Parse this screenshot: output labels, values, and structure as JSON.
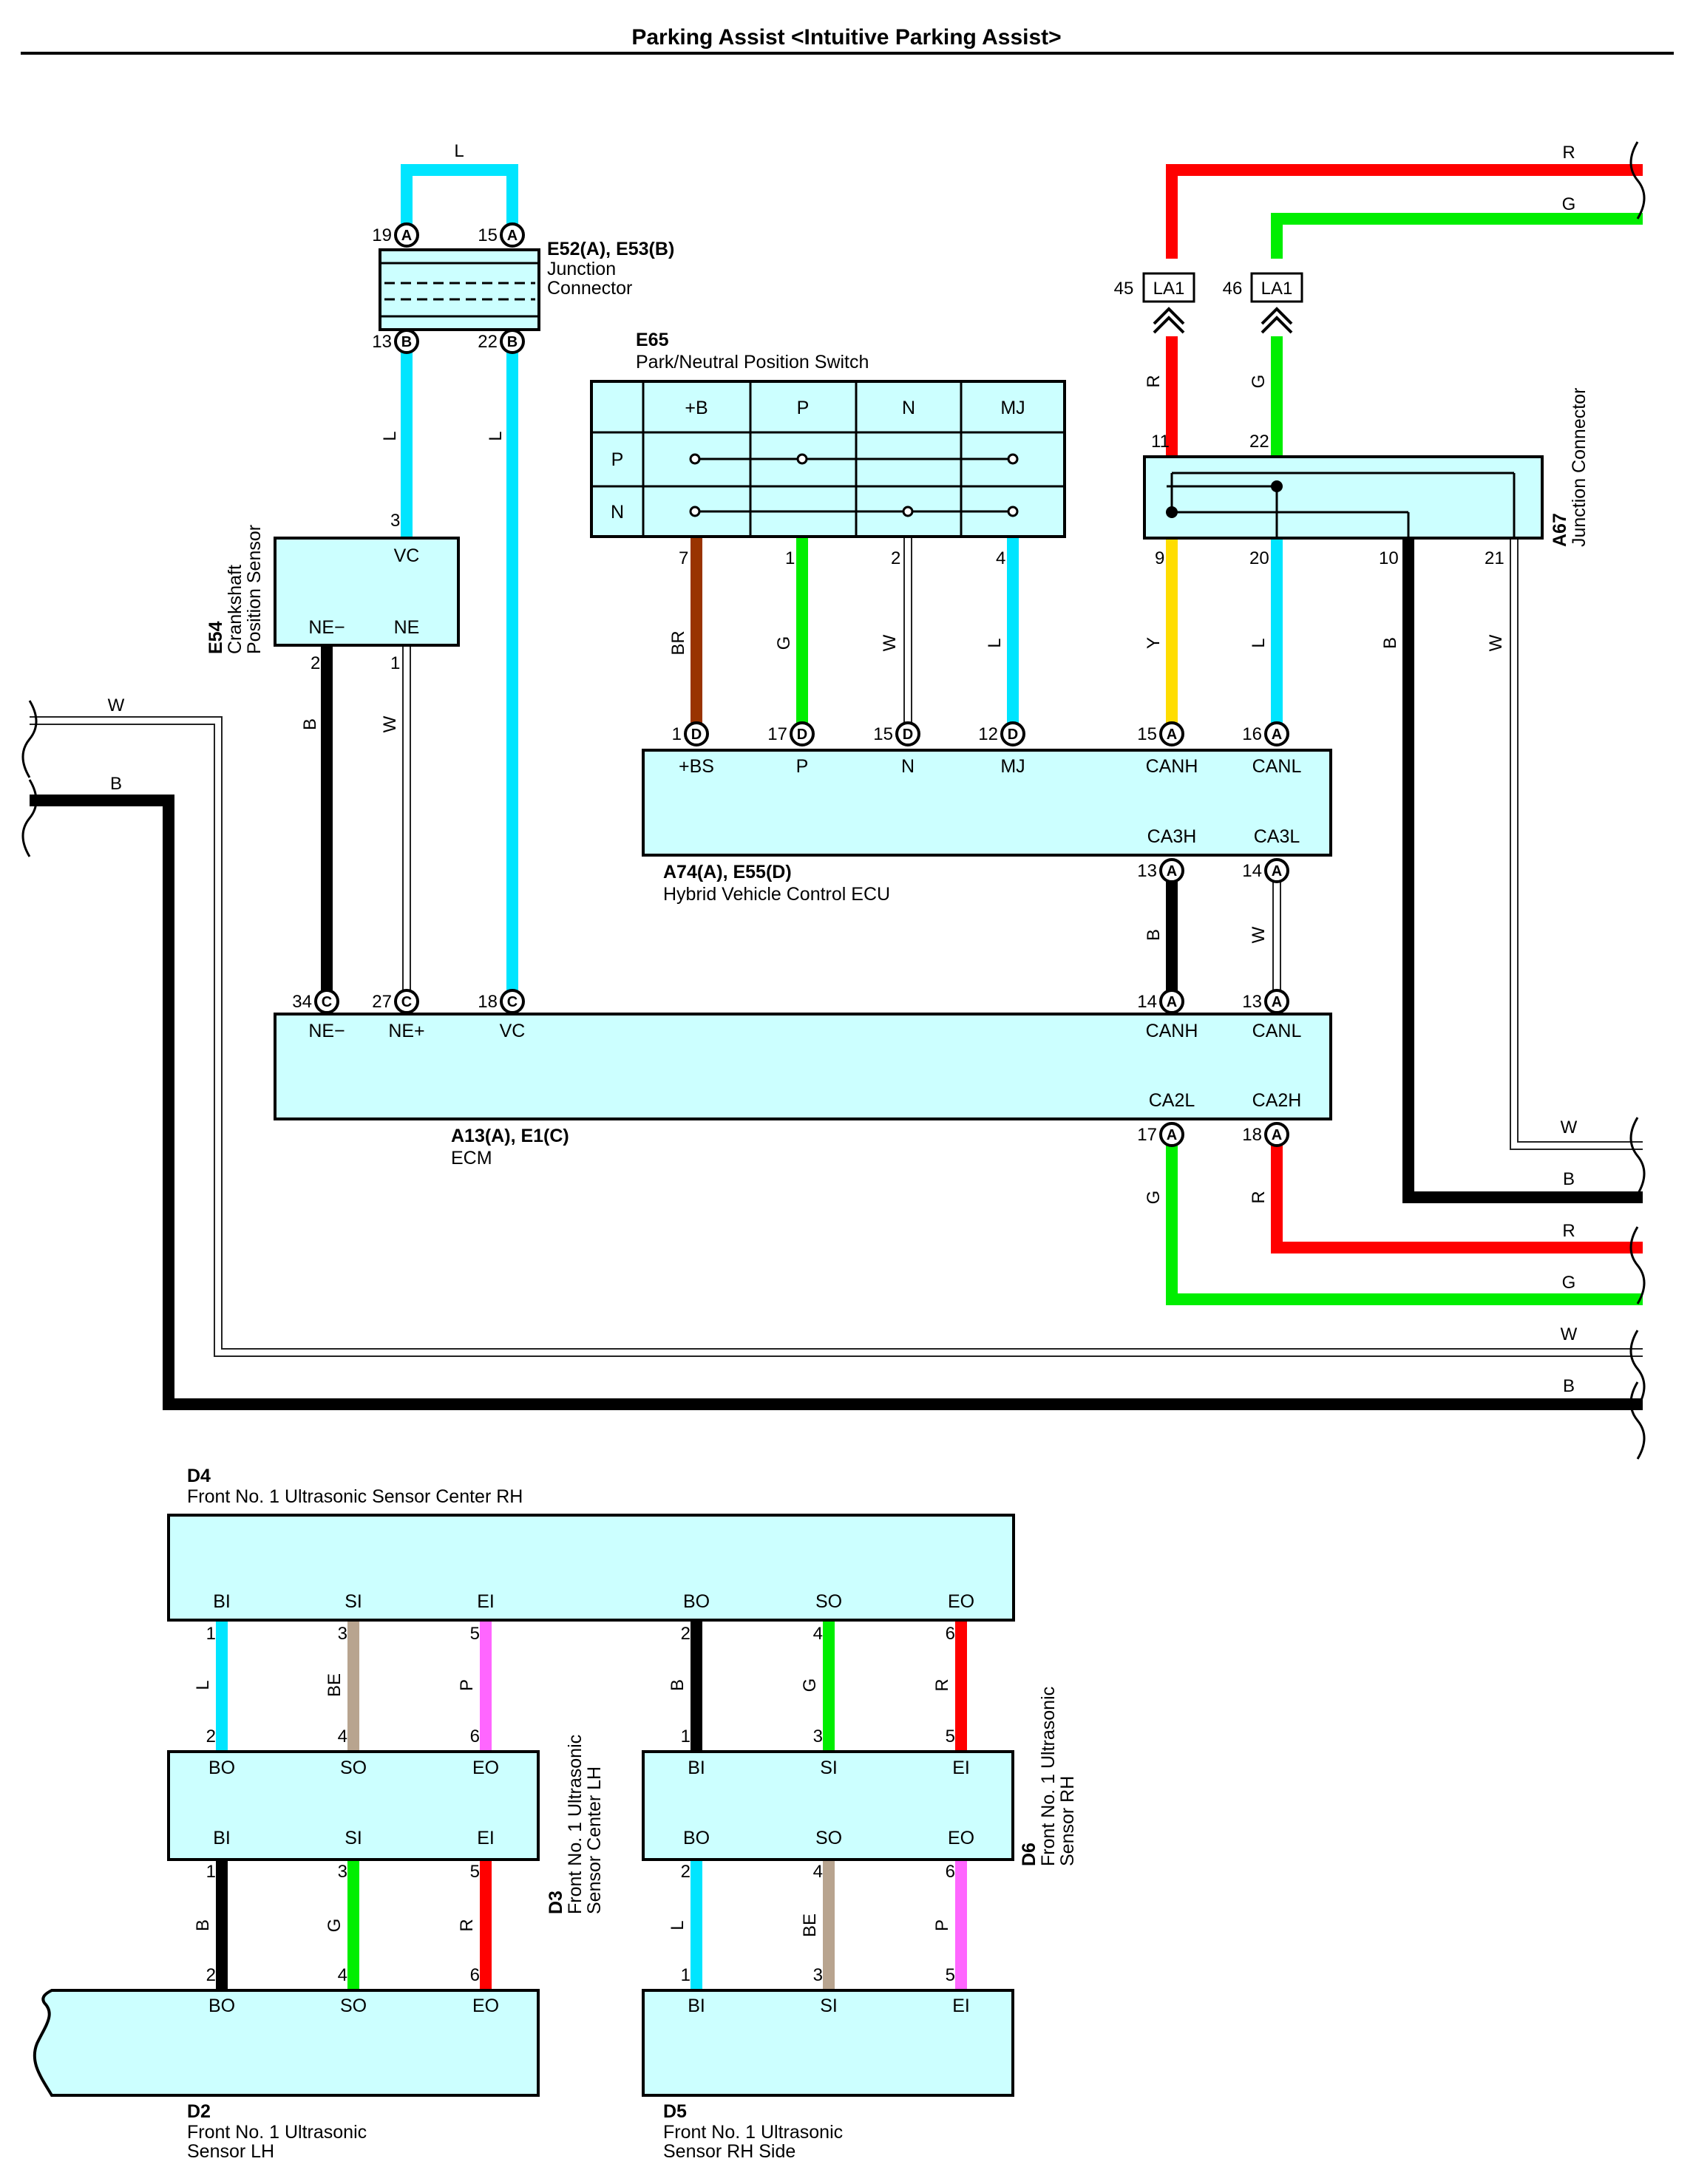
{
  "title": "Parking Assist <Intuitive Parking Assist>",
  "components": {
    "e52": {
      "code": "E52(A), E53(B)",
      "name_line1": "Junction",
      "name_line2": "Connector"
    },
    "e65": {
      "code": "E65",
      "name": "Park/Neutral Position Switch"
    },
    "e54": {
      "code": "E54",
      "name_line1": "Crankshaft",
      "name_line2": "Position Sensor"
    },
    "a67": {
      "code": "A67",
      "name": "Junction Connector"
    },
    "a74": {
      "code": "A74(A), E55(D)",
      "name": "Hybrid Vehicle Control ECU"
    },
    "a13": {
      "code": "A13(A), E1(C)",
      "name": "ECM"
    },
    "d4": {
      "code": "D4",
      "name": "Front No. 1 Ultrasonic Sensor Center RH"
    },
    "d3": {
      "code": "D3",
      "name_line1": "Front No. 1 Ultrasonic",
      "name_line2": "Sensor Center LH"
    },
    "d6": {
      "code": "D6",
      "name_line1": "Front No. 1 Ultrasonic",
      "name_line2": "Sensor RH"
    },
    "d2": {
      "code": "D2",
      "name_line1": "Front No. 1 Ultrasonic",
      "name_line2": "Sensor LH"
    },
    "d5": {
      "code": "D5",
      "name_line1": "Front No. 1 Ultrasonic",
      "name_line2": "Sensor RH Side"
    }
  },
  "switch_table": {
    "headers": [
      "+B",
      "P",
      "N",
      "MJ"
    ],
    "rows": [
      "P",
      "N"
    ]
  },
  "connectors": {
    "la1_left_pin": "45",
    "la1_right_pin": "46",
    "la1_label": "LA1"
  },
  "wire_colors": {
    "L": "#00e5ff",
    "R": "#ff0000",
    "G": "#00ee00",
    "B": "#000000",
    "W": "#ffffff",
    "BR": "#993300",
    "Y": "#ffdd00",
    "P": "#ff66ff",
    "BE": "#b8a48f"
  },
  "accent": {
    "box_fill": "#ccffff"
  }
}
